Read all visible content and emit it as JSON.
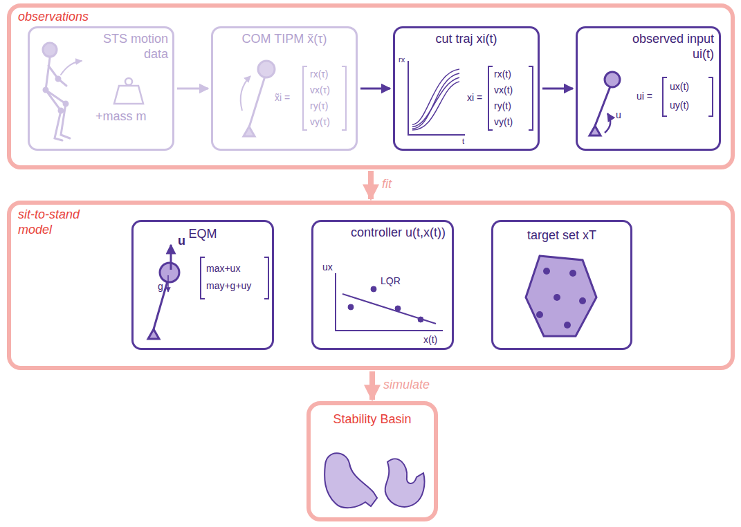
{
  "diagram": {
    "nodes": [
      {
        "text": [
          "observations"
        ]
      },
      {
        "text": [
          "STS motion data",
          "+mass m"
        ],
        "in": 0
      },
      {
        "text": [
          "COM TIPM x̃(τ)",
          "x̃i =",
          "rx(τ)",
          "vx(τ)",
          "ry(τ)",
          "vy(τ)"
        ],
        "in": 0
      },
      {
        "text": [
          "cut traj xi(t)",
          "rx",
          "t",
          "xi =",
          "rx(t)",
          "vx(t)",
          "ry(t)",
          "vy(t)"
        ],
        "in": 0
      },
      {
        "text": [
          "observed input ui(t)",
          "u",
          "ui =",
          "ux(t)",
          "uy(t)"
        ],
        "in": 0
      },
      {
        "text": [
          "sit-to-stand model"
        ]
      },
      {
        "text": [
          "EQM",
          "u",
          "g",
          "max+ux",
          "may+g+uy"
        ],
        "in": 5
      },
      {
        "text": [
          "controller u(t,x(t))",
          "ux",
          "LQR",
          "x(t)"
        ],
        "in": 5
      },
      {
        "text": [
          "target set xT"
        ],
        "in": 5
      },
      {
        "text": [
          "Stability Basin"
        ]
      }
    ],
    "edges": [
      {
        "from": 1,
        "to": 2,
        "arrow": "to"
      },
      {
        "from": 2,
        "to": 3,
        "arrow": "to"
      },
      {
        "from": 3,
        "to": 4,
        "arrow": "to"
      },
      {
        "from": 0,
        "to": 5,
        "label": "fit",
        "arrow": "to"
      },
      {
        "from": 5,
        "to": 9,
        "label": "simulate",
        "arrow": "to"
      }
    ]
  }
}
